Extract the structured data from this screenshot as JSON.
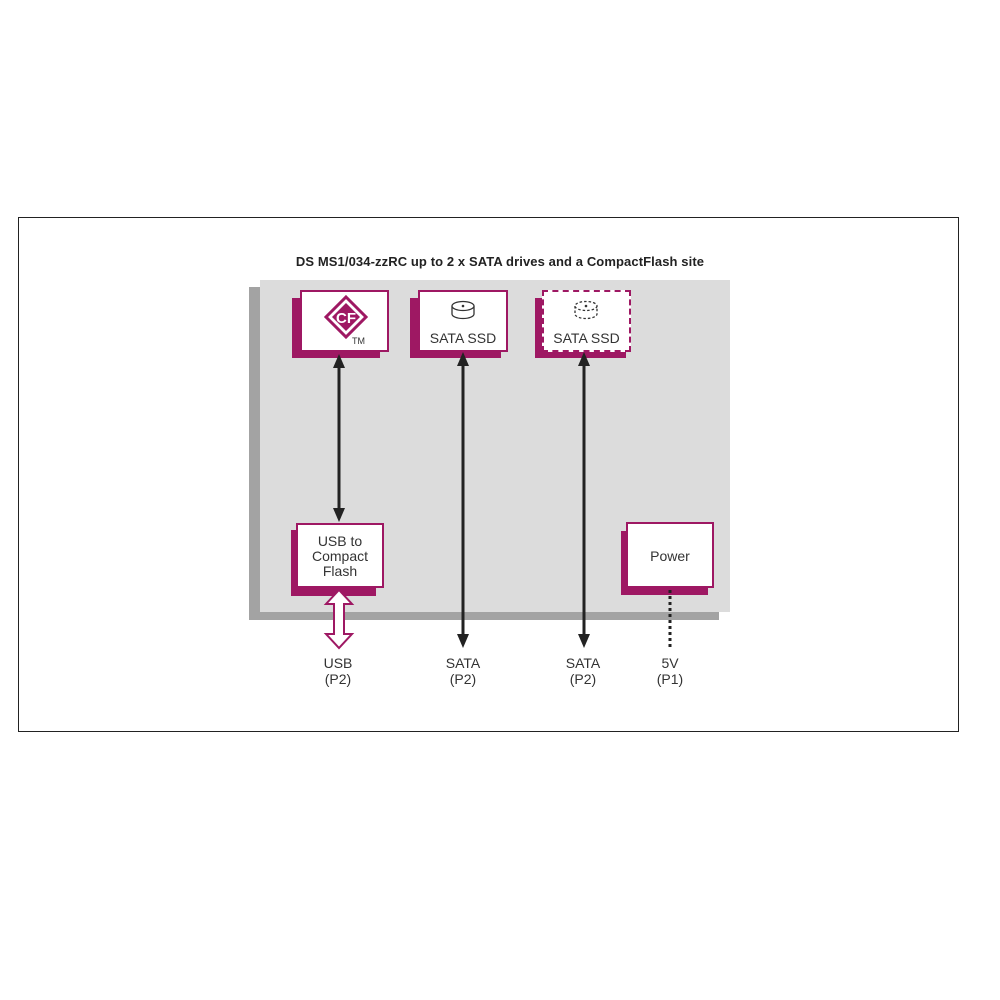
{
  "title": "DS MS1/034-zzRC  up to 2 x SATA drives and a CompactFlash site",
  "colors": {
    "accent": "#9e1863",
    "board": "#dcdcdc",
    "board_shadow": "#a3a3a3",
    "arrow": "#222222"
  },
  "modules": {
    "cf": {
      "logo_text": "CF",
      "trademark": "TM",
      "icon": "compactflash-logo-icon"
    },
    "sata1": {
      "label": "SATA SSD",
      "icon": "disk-drive-icon",
      "style": "solid"
    },
    "sata2": {
      "label": "SATA SSD",
      "icon": "disk-drive-icon",
      "style": "dashed"
    },
    "usb_cf": {
      "label": "USB to\nCompact\nFlash"
    },
    "power": {
      "label": "Power"
    }
  },
  "connectors": [
    {
      "name": "USB",
      "port": "(P2)",
      "style": "hollow-double-arrow"
    },
    {
      "name": "SATA",
      "port": "(P2)",
      "style": "solid-arrow"
    },
    {
      "name": "SATA",
      "port": "(P2)",
      "style": "solid-arrow"
    },
    {
      "name": "5V",
      "port": "(P1)",
      "style": "dotted-line"
    }
  ]
}
